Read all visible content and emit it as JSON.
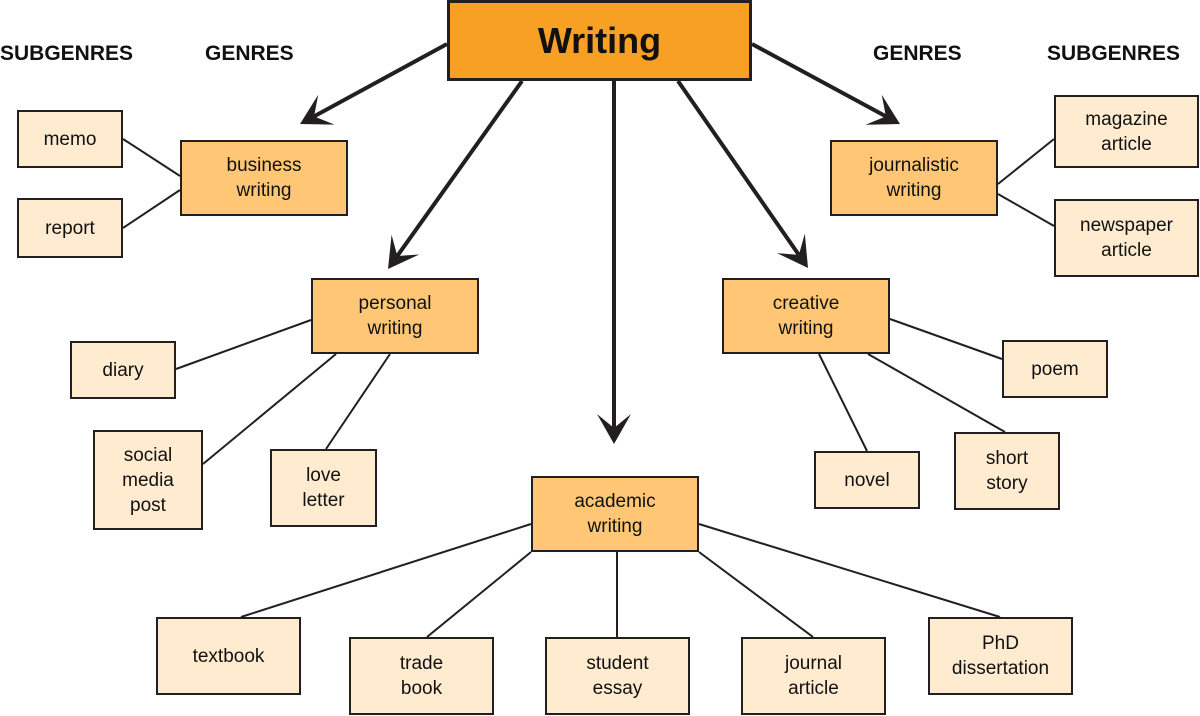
{
  "title": "Writing",
  "headings": {
    "left_subgenres": "SUBGENRES",
    "left_genres": "GENRES",
    "right_genres": "GENRES",
    "right_subgenres": "SUBGENRES"
  },
  "genres": [
    {
      "id": "business",
      "label_lines": [
        "business",
        "writing"
      ],
      "subgenres": [
        [
          "memo"
        ],
        [
          "report"
        ]
      ]
    },
    {
      "id": "personal",
      "label_lines": [
        "personal",
        "writing"
      ],
      "subgenres": [
        [
          "diary"
        ],
        [
          "social",
          "media",
          "post"
        ],
        [
          "love",
          "letter"
        ]
      ]
    },
    {
      "id": "academic",
      "label_lines": [
        "academic",
        "writing"
      ],
      "subgenres": [
        [
          "textbook"
        ],
        [
          "trade",
          "book"
        ],
        [
          "student",
          "essay"
        ],
        [
          "journal",
          "article"
        ],
        [
          "PhD",
          "dissertation"
        ]
      ]
    },
    {
      "id": "creative",
      "label_lines": [
        "creative",
        "writing"
      ],
      "subgenres": [
        [
          "poem"
        ],
        [
          "novel"
        ],
        [
          "short",
          "story"
        ]
      ]
    },
    {
      "id": "journalistic",
      "label_lines": [
        "journalistic",
        "writing"
      ],
      "subgenres": [
        [
          "magazine",
          "article"
        ],
        [
          "newspaper",
          "article"
        ]
      ]
    }
  ],
  "colors": {
    "root_fill": "#f7a023",
    "genre_fill": "#ffc675",
    "subgenre_fill": "#ffebd0",
    "stroke": "#231f20"
  }
}
